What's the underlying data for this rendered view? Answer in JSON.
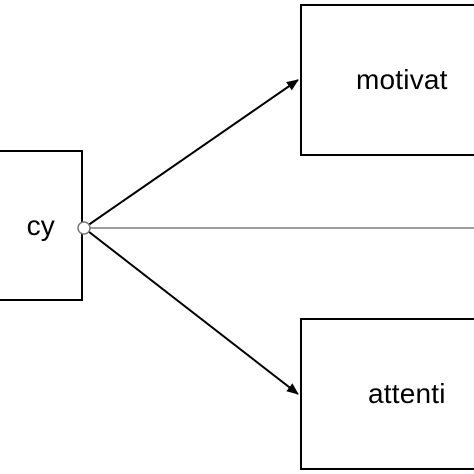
{
  "nodes": {
    "source": {
      "label": "cy"
    },
    "motivation": {
      "label": "motivat"
    },
    "attention": {
      "label": "attenti"
    }
  },
  "colors": {
    "stroke": "#000000",
    "direct_path": "#9e9e9e",
    "background": "#ffffff"
  }
}
